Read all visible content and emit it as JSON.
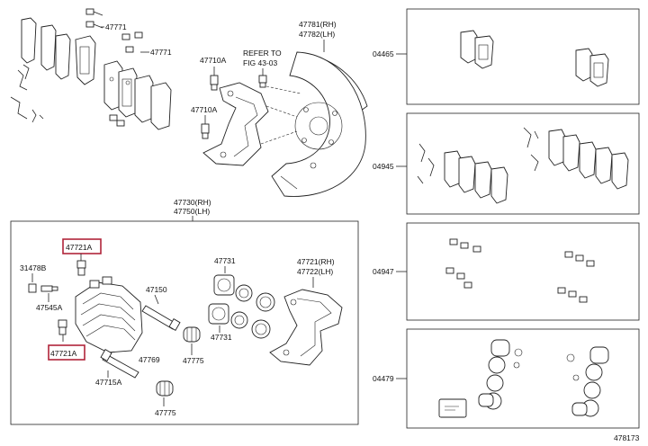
{
  "labels": {
    "p47771_a": "47771",
    "p47771_b": "47771",
    "p47710A_a": "47710A",
    "p47710A_b": "47710A",
    "refer_line1": "REFER TO",
    "refer_line2": "FIG 43-03",
    "p47781": "47781(RH)",
    "p47782": "47782(LH)",
    "p47730": "47730(RH)",
    "p47750": "47750(LH)",
    "p47721A_top": "47721A",
    "p47721A_bottom": "47721A",
    "p31478B": "31478B",
    "p47545A": "47545A",
    "p47150": "47150",
    "p47731_a": "47731",
    "p47731_b": "47731",
    "p47721": "47721(RH)",
    "p47722": "47722(LH)",
    "p47775_a": "47775",
    "p47775_b": "47775",
    "p47769": "47769",
    "p47715A": "47715A",
    "kit_04465": "04465",
    "kit_04945": "04945",
    "kit_04947": "04947",
    "kit_04479": "04479",
    "figure_code": "478173"
  },
  "colors": {
    "highlight": "#b0243a",
    "line": "#222222",
    "background": "#ffffff"
  }
}
